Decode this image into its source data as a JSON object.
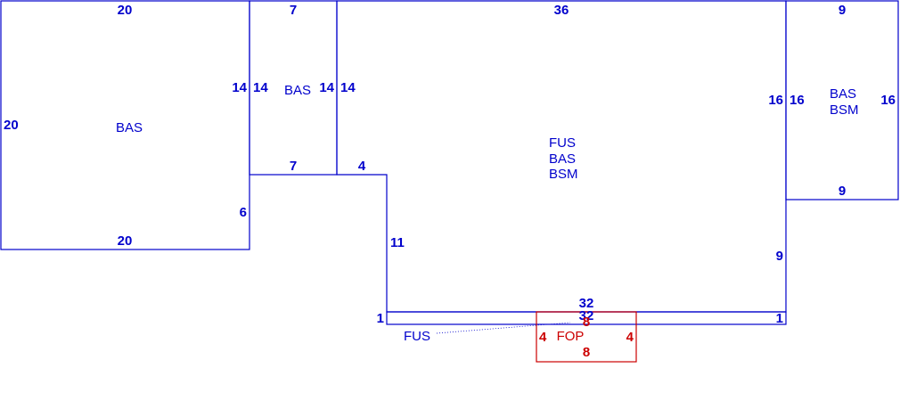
{
  "areas": {
    "left_block": {
      "label": "BAS"
    },
    "small_block": {
      "label": "BAS"
    },
    "main_block": {
      "label_lines": [
        "FUS",
        "BAS",
        "BSM"
      ]
    },
    "right_block": {
      "label_lines": [
        "BAS",
        "BSM"
      ]
    },
    "strip": {
      "label": "FUS"
    },
    "porch": {
      "label": "FOP"
    }
  },
  "dimensions": {
    "left_top": "20",
    "left_left": "20",
    "left_right": "14",
    "left_right_lower": "6",
    "left_bottom": "20",
    "small_top": "7",
    "small_left": "14",
    "small_right": "14",
    "small_bottom": "7",
    "main_top": "36",
    "main_left_upper": "14",
    "main_step": "4",
    "main_left_lower": "11",
    "main_right_upper": "16",
    "main_right_lower": "9",
    "main_bottom": "32",
    "right_top": "9",
    "right_left": "16",
    "right_right": "16",
    "right_bottom": "9",
    "strip_top": "32",
    "strip_left": "1",
    "strip_right": "1",
    "porch_top": "8",
    "porch_left": "4",
    "porch_right": "4",
    "porch_bottom": "8"
  },
  "colors": {
    "primary": "#0000cc",
    "porch": "#cc0000"
  }
}
